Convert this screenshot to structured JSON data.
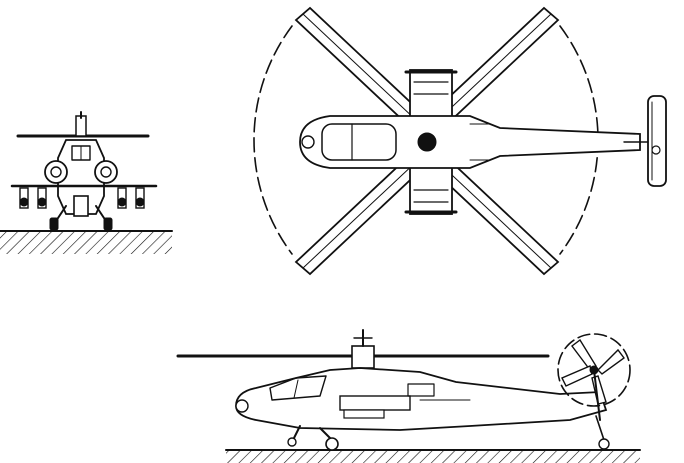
{
  "drawing": {
    "views": [
      {
        "view": "front"
      },
      {
        "view": "top"
      },
      {
        "view": "side"
      }
    ],
    "colors": {
      "ink": "#111111",
      "paper": "#ffffff"
    }
  }
}
